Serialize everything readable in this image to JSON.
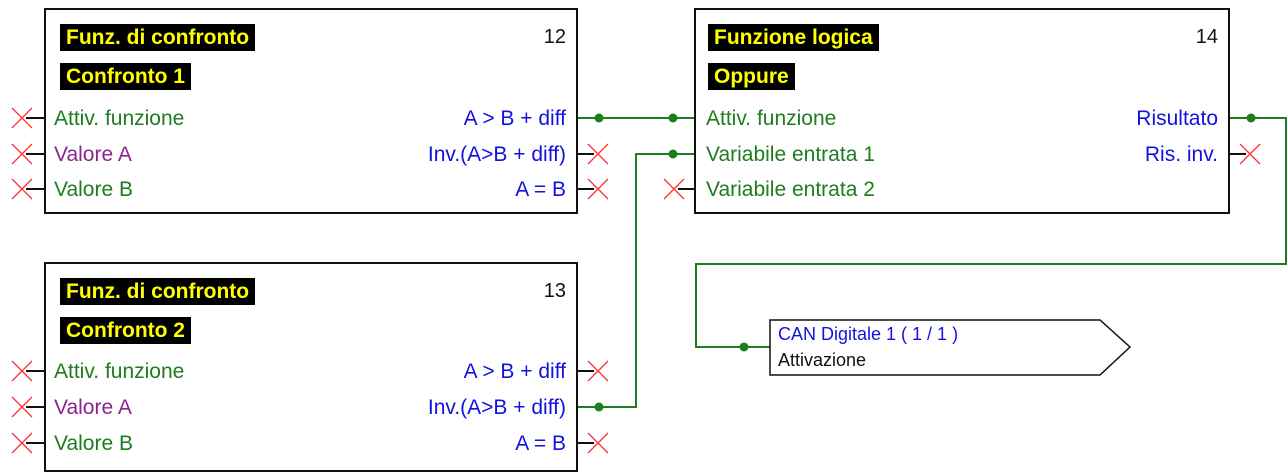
{
  "colors": {
    "wire": "#1e7d1e",
    "input_text": "#1e7d1e",
    "input_text_alt": "#8b268b",
    "output_text": "#1212e0",
    "tag_bg": "#000000",
    "tag_fg": "#ffff00",
    "unconnected": "#ff3333"
  },
  "block12": {
    "type_label": "Funz. di confronto",
    "name": "Confronto 1",
    "number": "12",
    "inputs": [
      "Attiv. funzione",
      "Valore A",
      "Valore B"
    ],
    "outputs": [
      "A > B + diff",
      "Inv.(A>B + diff)",
      "A = B"
    ]
  },
  "block13": {
    "type_label": "Funz. di confronto",
    "name": "Confronto 2",
    "number": "13",
    "inputs": [
      "Attiv. funzione",
      "Valore A",
      "Valore B"
    ],
    "outputs": [
      "A > B + diff",
      "Inv.(A>B + diff)",
      "A = B"
    ]
  },
  "block14": {
    "type_label": "Funzione logica",
    "name": "Oppure",
    "number": "14",
    "inputs": [
      "Attiv. funzione",
      "Variabile entrata 1",
      "Variabile entrata 2"
    ],
    "outputs": [
      "Risultato",
      "Ris. inv."
    ]
  },
  "can_output": {
    "line1": "CAN  Digitale 1 ( 1 / 1 )",
    "line2": "Attivazione"
  }
}
